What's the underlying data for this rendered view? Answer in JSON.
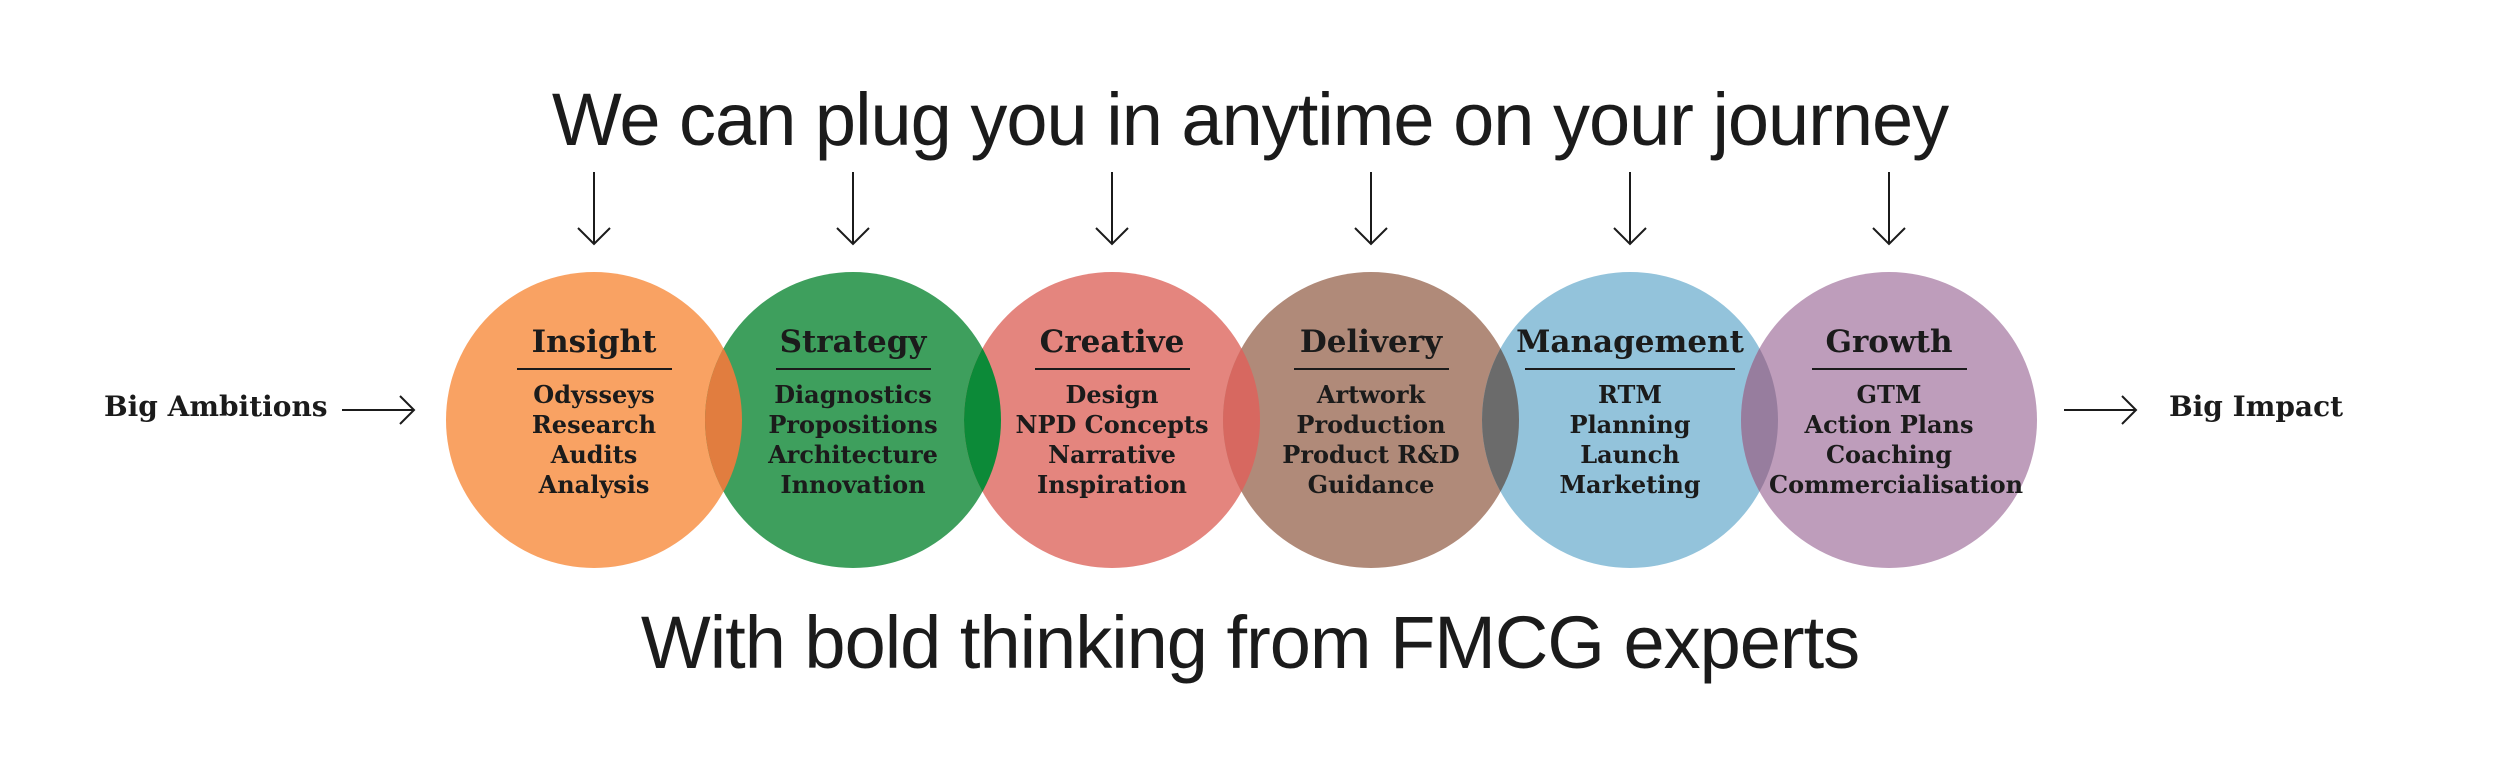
{
  "header": {
    "title": "We can plug you in anytime on your journey"
  },
  "footer": {
    "subtitle": "With bold thinking from FMCG experts"
  },
  "flow": {
    "start_label": "Big Ambitions",
    "end_label": "Big Impact"
  },
  "stages": [
    {
      "title": "Insight",
      "color": "#F9A263",
      "items": [
        "Odysseys",
        "Research",
        "Audits",
        "Analysis"
      ]
    },
    {
      "title": "Strategy",
      "color": "#3E9F5D",
      "items": [
        "Diagnostics",
        "Propositions",
        "Architecture",
        "Innovation"
      ]
    },
    {
      "title": "Creative",
      "color": "#E4857E",
      "items": [
        "Design",
        "NPD Concepts",
        "Narrative",
        "Inspiration"
      ]
    },
    {
      "title": "Delivery",
      "color": "#B08A79",
      "items": [
        "Artwork",
        "Production",
        "Product R&D",
        "Guidance"
      ]
    },
    {
      "title": "Management",
      "color": "#93C3DB",
      "items": [
        "RTM",
        "Planning",
        "Launch",
        "Marketing"
      ]
    },
    {
      "title": "Growth",
      "color": "#BE9DBB",
      "items": [
        "GTM",
        "Action Plans",
        "Coaching",
        "Commercialisation"
      ]
    }
  ],
  "overlap_colors": [
    "#E17D3F",
    "#0C8A38",
    "#D76860",
    "#6B6B6B",
    "#977D9E"
  ]
}
